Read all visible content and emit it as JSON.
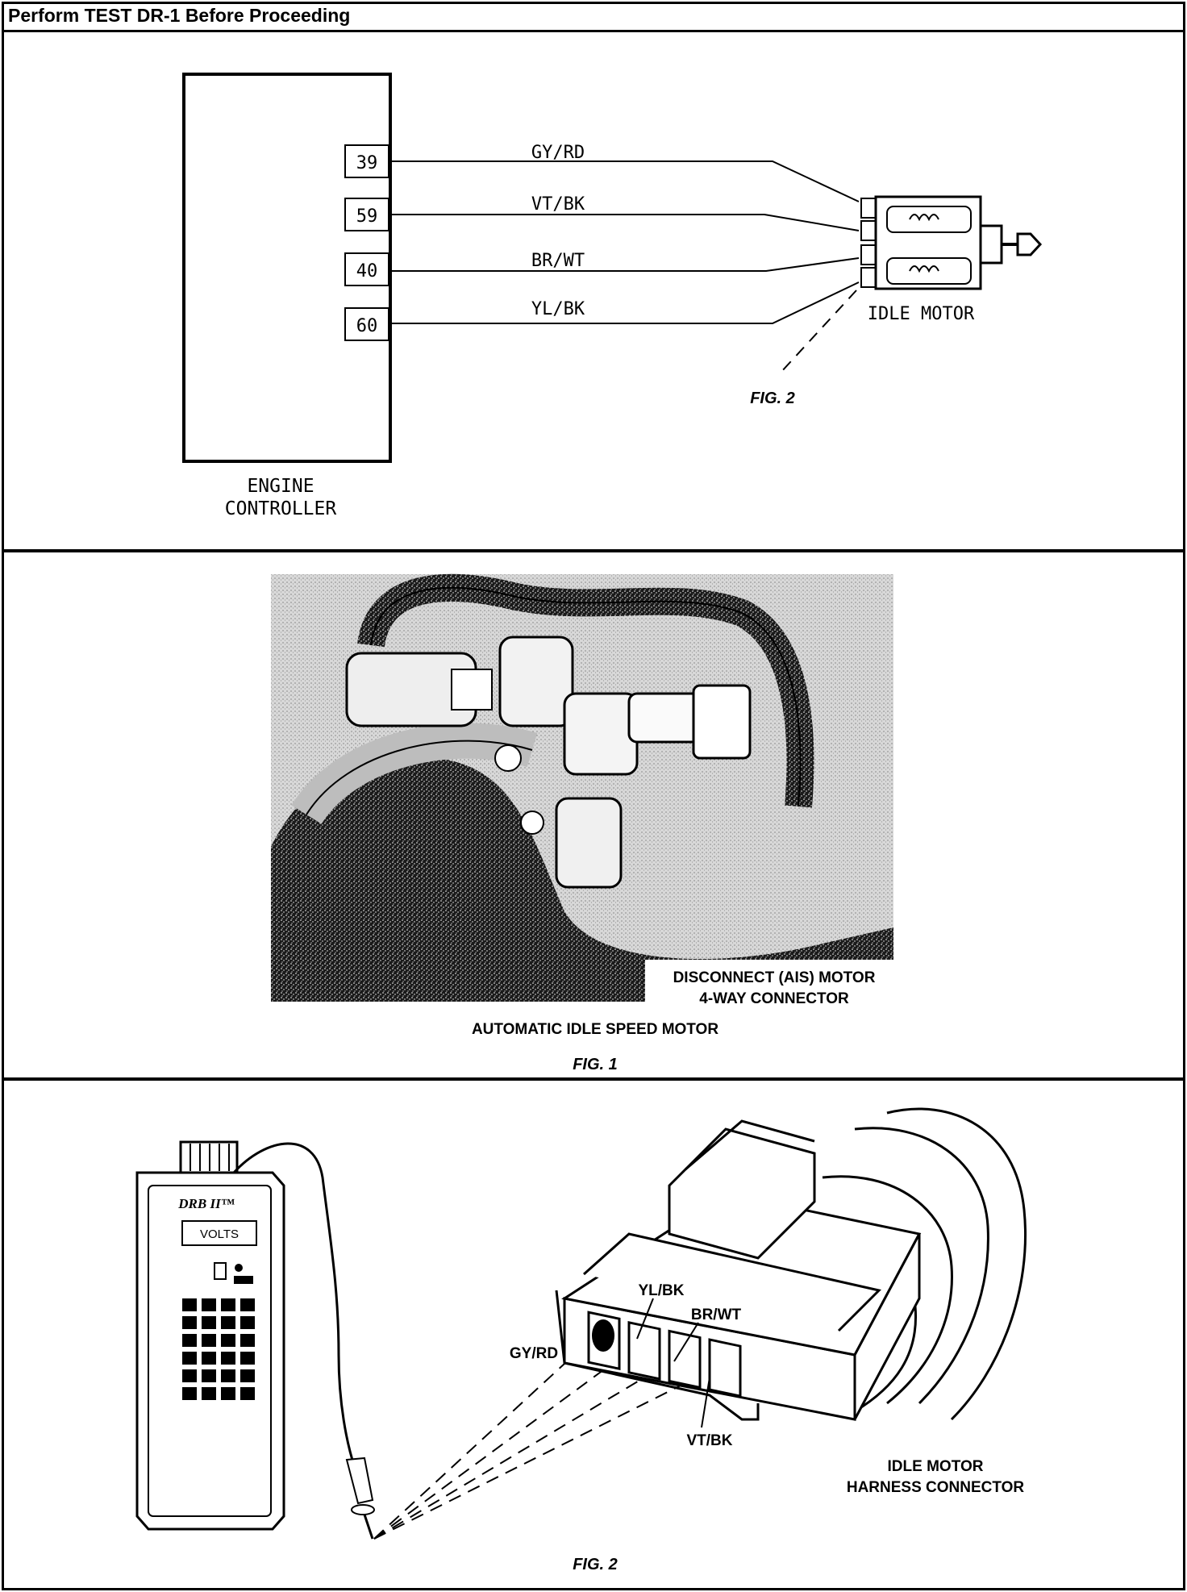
{
  "header": {
    "title": "Perform TEST DR-1 Before Proceeding"
  },
  "schematic": {
    "controller_label_line1": "ENGINE",
    "controller_label_line2": "CONTROLLER",
    "pins": [
      "39",
      "59",
      "40",
      "60"
    ],
    "wires": [
      "GY/RD",
      "VT/BK",
      "BR/WT",
      "YL/BK"
    ],
    "motor_label": "IDLE MOTOR",
    "fig_ref": "FIG. 2"
  },
  "photo": {
    "callout_line1": "DISCONNECT (AIS) MOTOR",
    "callout_line2": "4-WAY CONNECTOR",
    "caption": "AUTOMATIC IDLE SPEED MOTOR",
    "fig": "FIG. 1"
  },
  "connector": {
    "tester_brand": "DRB II™",
    "tester_display": "VOLTS",
    "terminals": [
      "GY/RD",
      "YL/BK",
      "BR/WT",
      "VT/BK"
    ],
    "label_line1": "IDLE MOTOR",
    "label_line2": "HARNESS CONNECTOR",
    "fig": "FIG. 2"
  }
}
